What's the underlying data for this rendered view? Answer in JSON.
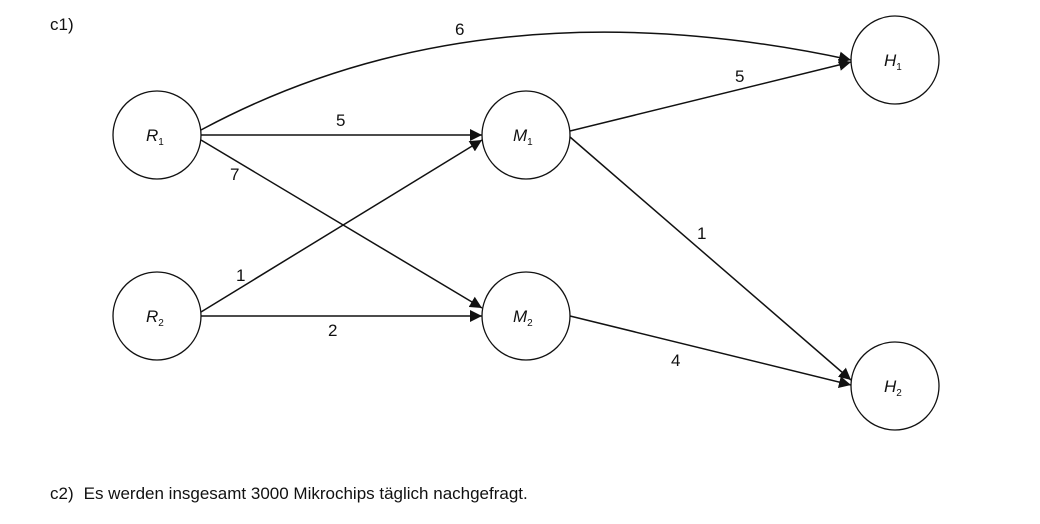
{
  "part_c1": {
    "label": "c1)"
  },
  "part_c2": {
    "label": "c2)",
    "text": "Es werden insgesamt 3000 Mikrochips täglich nachgefragt."
  },
  "nodes": {
    "R1": {
      "letter": "R",
      "sub": "1"
    },
    "R2": {
      "letter": "R",
      "sub": "2"
    },
    "M1": {
      "letter": "M",
      "sub": "1"
    },
    "M2": {
      "letter": "M",
      "sub": "2"
    },
    "H1": {
      "letter": "H",
      "sub": "1"
    },
    "H2": {
      "letter": "H",
      "sub": "2"
    }
  },
  "edges": [
    {
      "from": "R1",
      "to": "H1",
      "weight": "6"
    },
    {
      "from": "R1",
      "to": "M1",
      "weight": "5"
    },
    {
      "from": "R1",
      "to": "M2",
      "weight": "7"
    },
    {
      "from": "R2",
      "to": "M1",
      "weight": "1"
    },
    {
      "from": "R2",
      "to": "M2",
      "weight": "2"
    },
    {
      "from": "M1",
      "to": "H1",
      "weight": "5"
    },
    {
      "from": "M1",
      "to": "H2",
      "weight": "1"
    },
    {
      "from": "M2",
      "to": "H2",
      "weight": "4"
    }
  ]
}
